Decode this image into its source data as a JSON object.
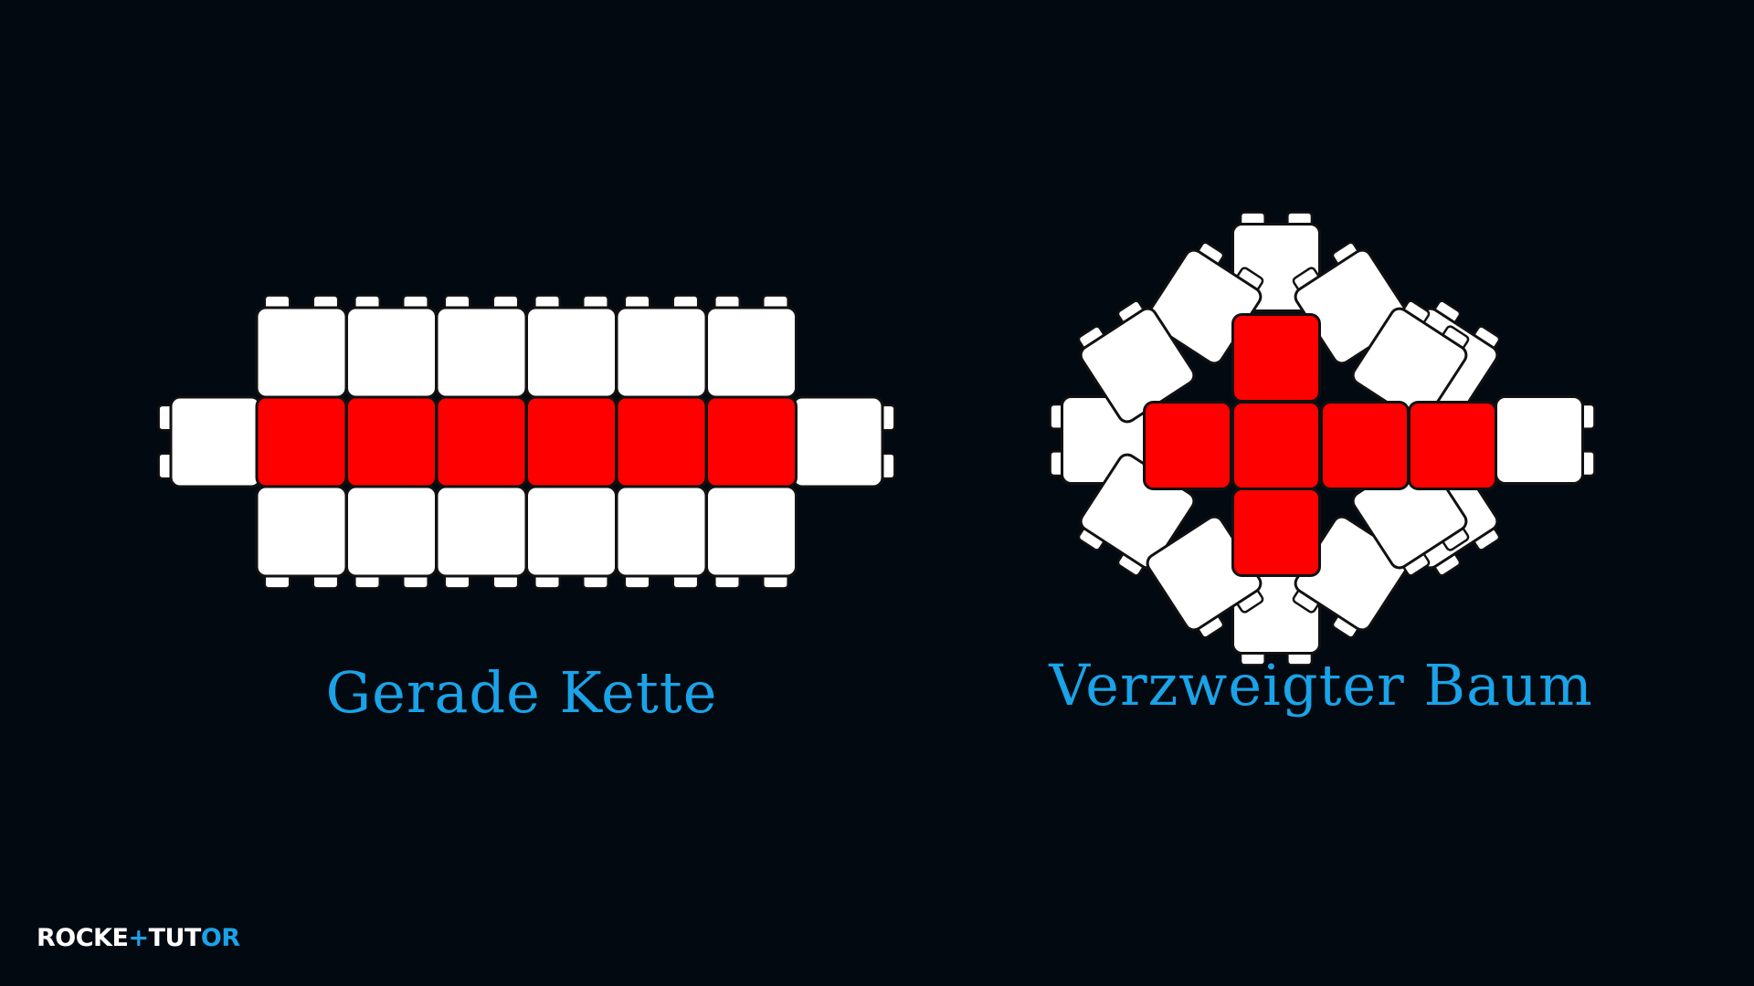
{
  "diagram": {
    "left_caption": "Gerade Kette",
    "right_caption": "Verzweigter Baum"
  },
  "brand": {
    "logo_text": "ROCKETTUTOR",
    "part1": "ROCKE",
    "part2": "TUT",
    "part3": "OR"
  },
  "colors": {
    "background": "#030910",
    "carbon_block": "#ff0000",
    "hydrogen_block": "#ffffff",
    "caption": "#1aa3e8"
  }
}
